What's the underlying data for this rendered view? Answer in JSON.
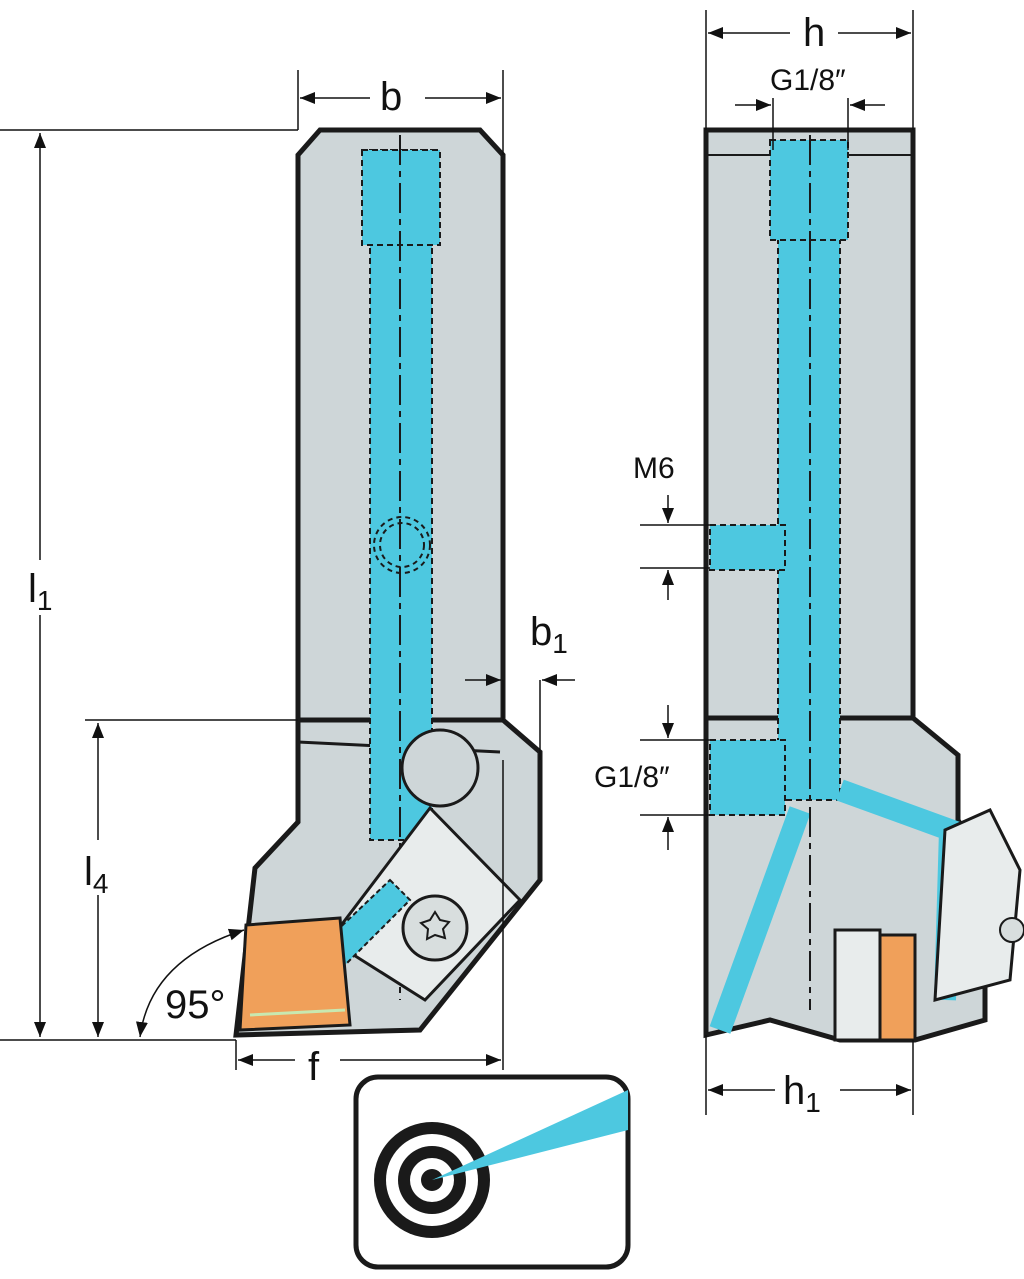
{
  "labels": {
    "b": "b",
    "h": "h",
    "g18_top": "G1/8″",
    "l1_main": "l",
    "l1_sub": "1",
    "b1_main": "b",
    "b1_sub": "1",
    "m6": "M6",
    "g18_side": "G1/8″",
    "l4_main": "l",
    "l4_sub": "4",
    "angle": "95°",
    "f": "f",
    "h1_main": "h",
    "h1_sub": "1"
  },
  "colors": {
    "body": "#ced6d8",
    "body_dark": "#b8c1c4",
    "coolant": "#4dc8e0",
    "insert": "#f0a05a",
    "outline": "#1a1a1a",
    "light": "#e8ecec"
  },
  "icons": {
    "coolant_target": "coolant-jet-target-icon"
  }
}
